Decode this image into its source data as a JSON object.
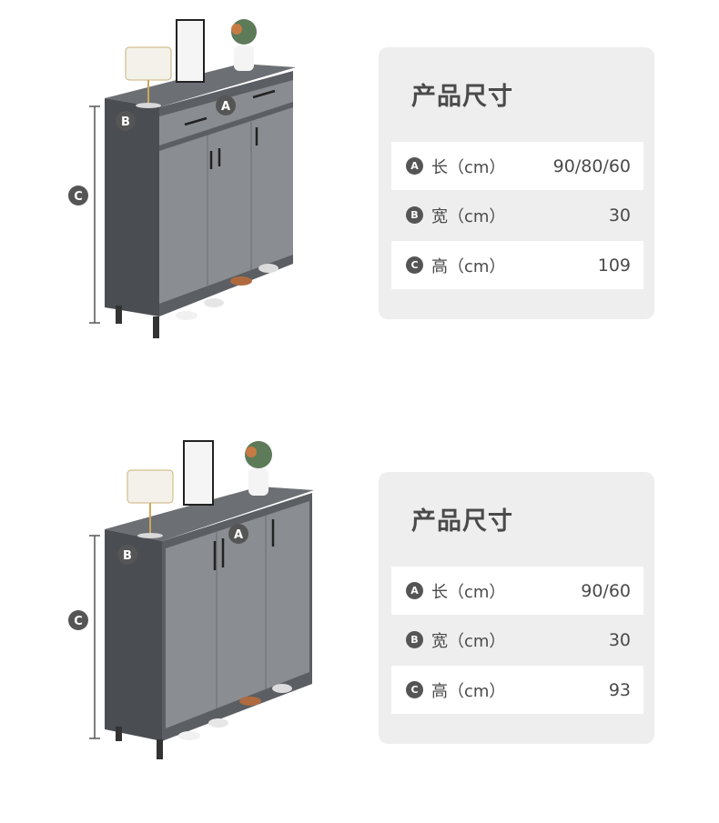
{
  "sections": [
    {
      "markers": {
        "a": "A",
        "b": "B",
        "c": "C"
      },
      "card": {
        "title": "产品尺寸",
        "rows": [
          {
            "badge": "A",
            "label": "长（cm）",
            "value": "90/80/60"
          },
          {
            "badge": "B",
            "label": "宽（cm）",
            "value": "30"
          },
          {
            "badge": "C",
            "label": "高（cm）",
            "value": "109"
          }
        ]
      }
    },
    {
      "markers": {
        "a": "A",
        "b": "B",
        "c": "C"
      },
      "card": {
        "title": "产品尺寸",
        "rows": [
          {
            "badge": "A",
            "label": "长（cm）",
            "value": "90/60"
          },
          {
            "badge": "B",
            "label": "宽（cm）",
            "value": "30"
          },
          {
            "badge": "C",
            "label": "高（cm）",
            "value": "93"
          }
        ]
      }
    }
  ],
  "colors": {
    "cabinet_body": "#5b5e63",
    "cabinet_door": "#8a8d91",
    "badge": "#555555",
    "card_bg": "#eeeeee"
  }
}
